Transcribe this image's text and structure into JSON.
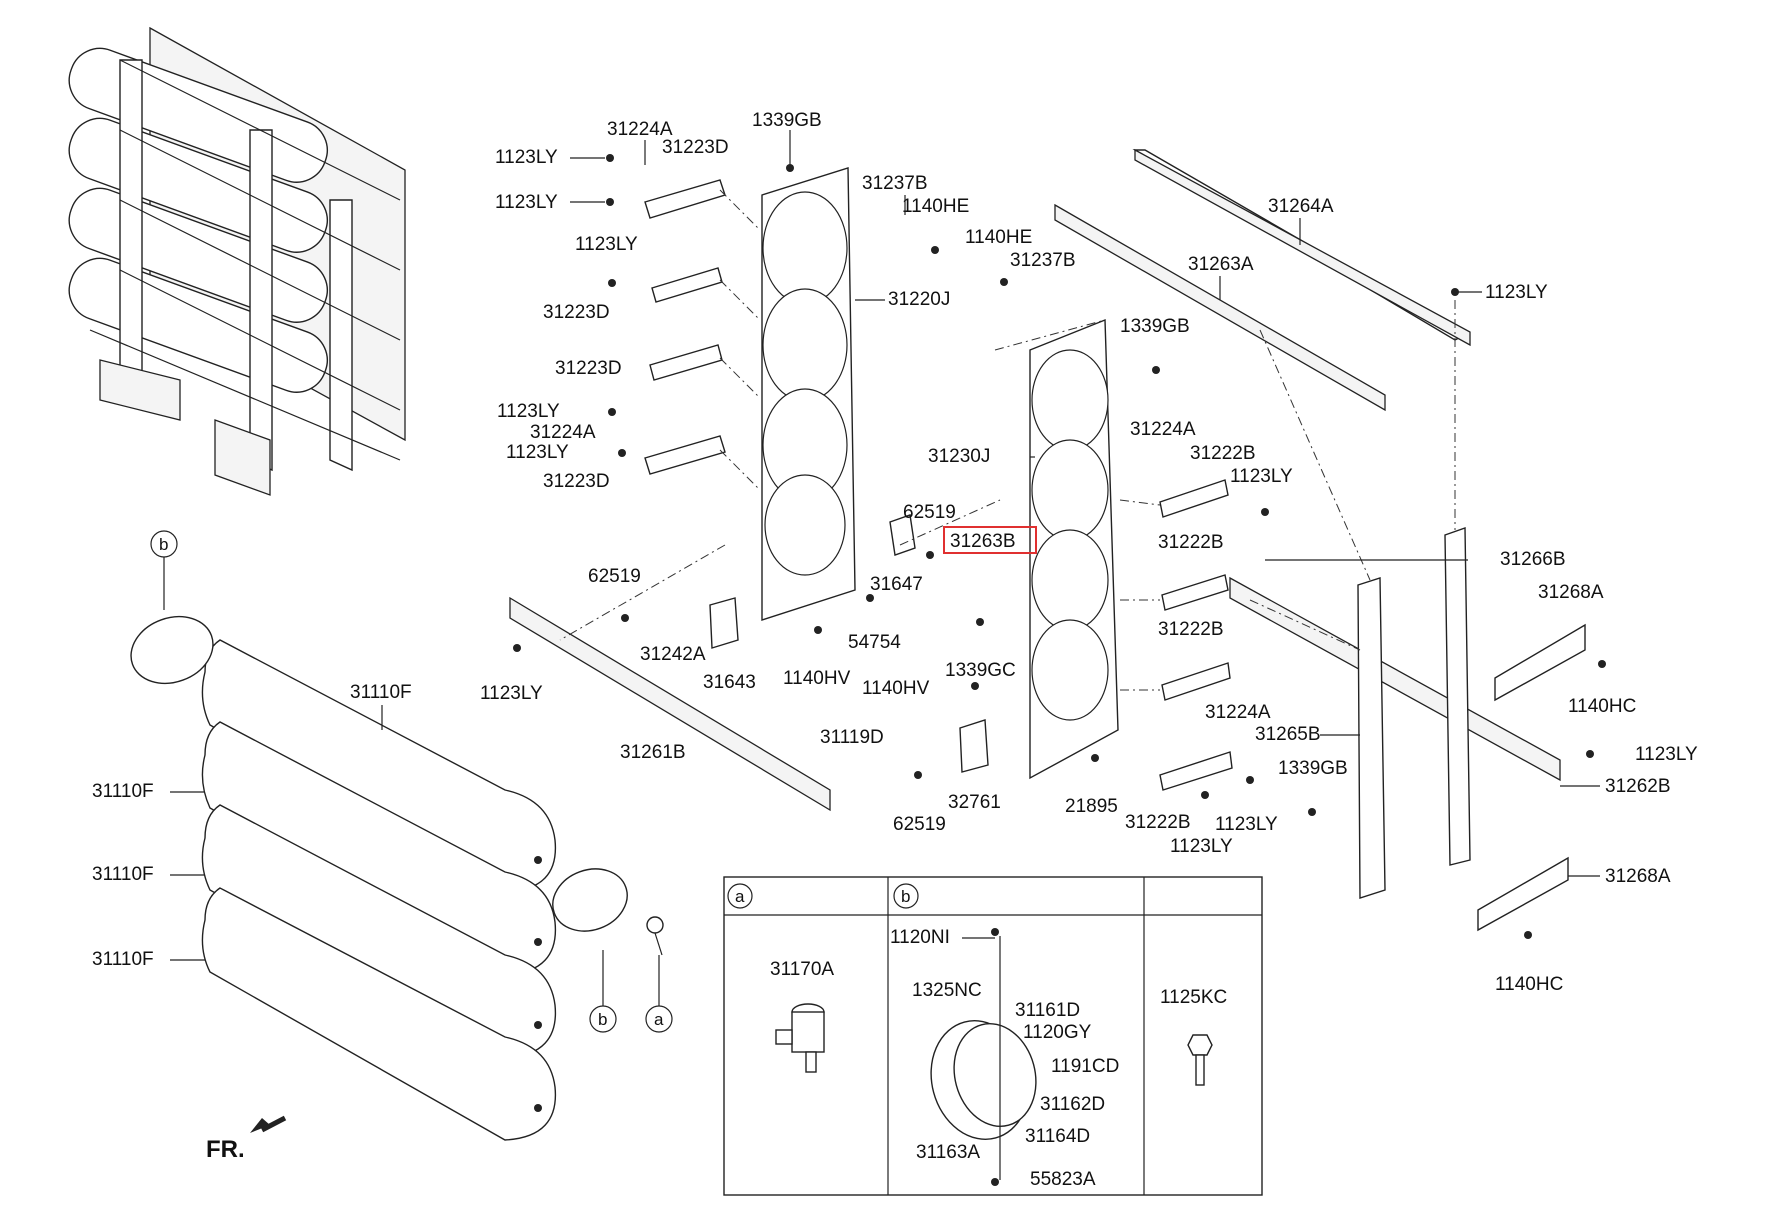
{
  "diagram": {
    "highlight_color": "#e03030",
    "front_indicator": "FR.",
    "labels": {
      "l_31224A_1": "31224A",
      "l_31223D_1": "31223D",
      "l_1123LY_1": "1123LY",
      "l_1123LY_2": "1123LY",
      "l_1339GB_1": "1339GB",
      "l_31237B_1": "31237B",
      "l_1140HE_1": "1140HE",
      "l_1123LY_3": "1123LY",
      "l_1140HE_2": "1140HE",
      "l_31237B_2": "31237B",
      "l_31264A": "31264A",
      "l_31263A": "31263A",
      "l_1123LY_4": "1123LY",
      "l_31223D_2": "31223D",
      "l_31220J": "31220J",
      "l_1339GB_2": "1339GB",
      "l_31223D_3": "31223D",
      "l_1123LY_5": "1123LY",
      "l_31224A_2": "31224A",
      "l_1123LY_6": "1123LY",
      "l_31223D_4": "31223D",
      "l_31230J": "31230J",
      "l_31224A_3": "31224A",
      "l_31222B_1": "31222B",
      "l_1123LY_7": "1123LY",
      "l_62519_1": "62519",
      "l_31263B": "31263B",
      "l_31222B_2": "31222B",
      "l_31266B": "31266B",
      "l_62519_2": "62519",
      "l_31647": "31647",
      "l_31268A_1": "31268A",
      "l_31242A": "31242A",
      "l_54754": "54754",
      "l_31222B_3": "31222B",
      "l_1339GC": "1339GC",
      "l_31643": "31643",
      "l_1140HV_1": "1140HV",
      "l_1140HV_2": "1140HV",
      "l_1123LY_8": "1123LY",
      "l_1140HC_1": "1140HC",
      "l_31110F_1": "31110F",
      "l_31224A_4": "31224A",
      "l_31265B": "31265B",
      "l_31119D": "31119D",
      "l_31261B": "31261B",
      "l_1123LY_9": "1123LY",
      "l_1339GB_3": "1339GB",
      "l_31262B": "31262B",
      "l_31110F_2": "31110F",
      "l_32761": "32761",
      "l_21895": "21895",
      "l_62519_3": "62519",
      "l_31222B_4": "31222B",
      "l_1123LY_10": "1123LY",
      "l_1123LY_11": "1123LY",
      "l_31268A_2": "31268A",
      "l_31110F_3": "31110F",
      "l_1140HC_2": "1140HC",
      "l_31110F_4": "31110F",
      "l_1120NI": "1120NI",
      "l_31170A": "31170A",
      "l_1325NC": "1325NC",
      "l_31161D": "31161D",
      "l_1120GY": "1120GY",
      "l_1125KC": "1125KC",
      "l_1191CD": "1191CD",
      "l_31162D": "31162D",
      "l_31164D": "31164D",
      "l_31163A": "31163A",
      "l_55823A": "55823A"
    },
    "callouts": {
      "a": "a",
      "b": "b"
    },
    "legend": {
      "col_a": "a",
      "col_b": "b"
    }
  }
}
